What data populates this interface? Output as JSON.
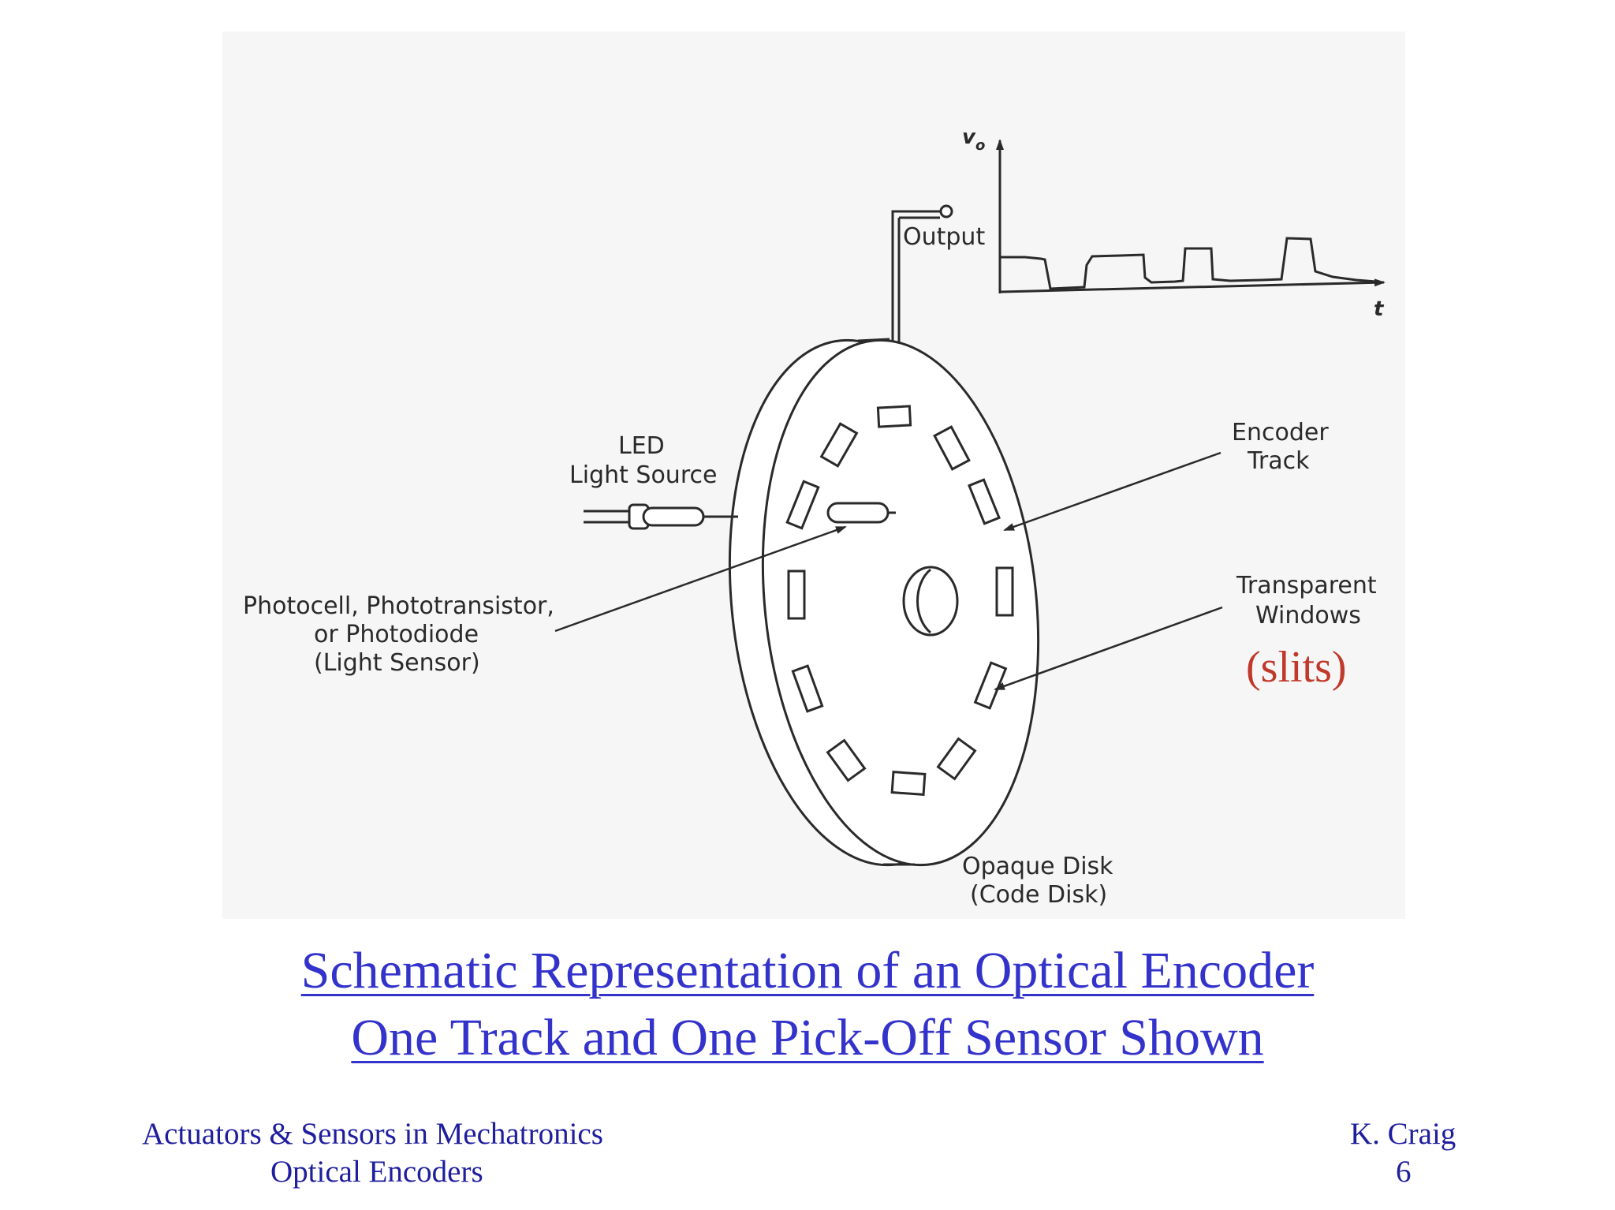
{
  "diagram": {
    "axis_y_label": "v",
    "axis_y_subscript": "o",
    "axis_x_label": "t",
    "output_label": "Output",
    "led_label_line1": "LED",
    "led_label_line2": "Light Source",
    "encoder_track_line1": "Encoder",
    "encoder_track_line2": "Track",
    "sensor_label_line1": "Photocell, Phototransistor,",
    "sensor_label_line2": "or Photodiode",
    "sensor_label_line3": "(Light Sensor)",
    "windows_label_line1": "Transparent",
    "windows_label_line2": "Windows",
    "slits_label": "(slits)",
    "disk_label_line1": "Opaque Disk",
    "disk_label_line2": "(Code Disk)",
    "colors": {
      "ink": "#2a2a2a",
      "slits": "#c0392b",
      "caption": "#3333cc",
      "footer": "#1e1e9e"
    }
  },
  "caption": {
    "line1": "Schematic Representation of an Optical Encoder",
    "line2": "One Track and One Pick-Off Sensor Shown"
  },
  "footer": {
    "course": "Actuators & Sensors in Mechatronics",
    "topic": "Optical Encoders",
    "author": "K. Craig",
    "page_number": "6"
  }
}
